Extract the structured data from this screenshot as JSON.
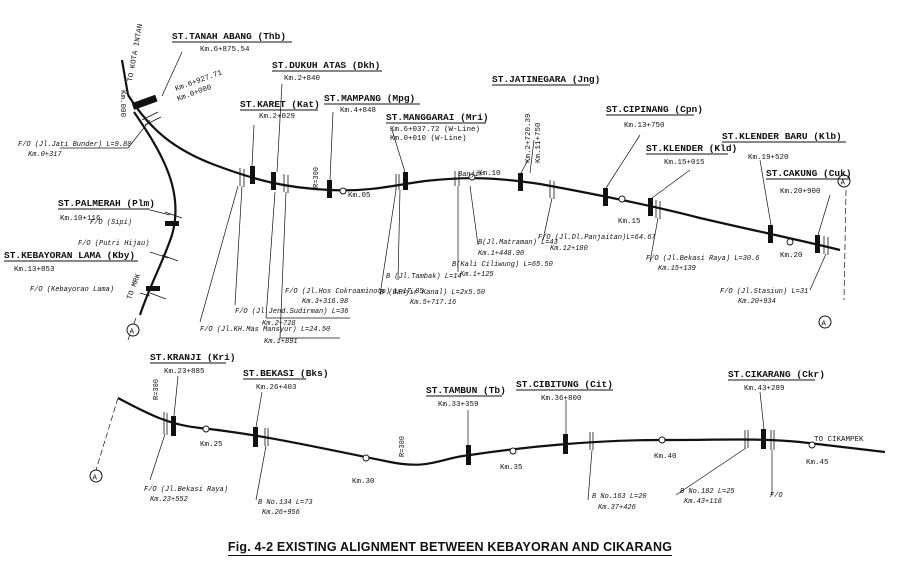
{
  "caption": "Fig. 4-2  EXISTING ALIGNMENT BETWEEN KEBAYORAN AND CIKARANG",
  "match_mark": "A",
  "stations": [
    {
      "id": "thb",
      "name": "ST.TANAH ABANG (Thb)",
      "km": "Km.6+875.54"
    },
    {
      "id": "dkh",
      "name": "ST.DUKUH ATAS (Dkh)",
      "km": "Km.2+840"
    },
    {
      "id": "kat",
      "name": "ST.KARET (Kat)",
      "km": "Km.2+029"
    },
    {
      "id": "mpg",
      "name": "ST.MAMPANG (Mpg)",
      "km": "Km.4+848"
    },
    {
      "id": "mri",
      "name": "ST.MANGGARAI (Mri)",
      "km": "Km.6+037.72 (W-Line)",
      "km2": "Km.0+010 (W-Line)"
    },
    {
      "id": "jng",
      "name": "ST.JATINEGARA (Jng)",
      "km": "Km.2+720.39",
      "km2": "Km.11+750"
    },
    {
      "id": "cpn",
      "name": "ST.CIPINANG (Cpn)",
      "km": "Km.13+750"
    },
    {
      "id": "kld",
      "name": "ST.KLENDER (Kld)",
      "km": "Km.15+015"
    },
    {
      "id": "klb",
      "name": "ST.KLENDER BARU (Klb)",
      "km": "Km.19+520"
    },
    {
      "id": "cuk",
      "name": "ST.CAKUNG (Cuk)",
      "km": "Km.20+900"
    },
    {
      "id": "plm",
      "name": "ST.PALMERAH (Plm)",
      "km": "Km.10+116"
    },
    {
      "id": "kby",
      "name": "ST.KEBAYORAN LAMA (Kby)",
      "km": "Km.13+853"
    },
    {
      "id": "kri",
      "name": "ST.KRANJI (Kri)",
      "km": "Km.23+885"
    },
    {
      "id": "bks",
      "name": "ST.BEKASI (Bks)",
      "km": "Km.26+403"
    },
    {
      "id": "tb",
      "name": "ST.TAMBUN (Tb)",
      "km": "Km.33+359"
    },
    {
      "id": "cit",
      "name": "ST.CIBITUNG (Cit)",
      "km": "Km.36+800"
    },
    {
      "id": "ckr",
      "name": "ST.CIKARANG (Ckr)",
      "km": "Km.43+289"
    }
  ],
  "junction": {
    "km1": "Km.6+927.71",
    "km2": "Km.0+000"
  },
  "directions": {
    "kota": "TO KOTA INTAN",
    "km_direction": "Km.000",
    "merak": "TO MRK",
    "cikampek": "TO CIKAMPEK"
  },
  "km_posts": {
    "k5": "Km.05",
    "k10": "Km.10",
    "k15": "Km.15",
    "k20": "Km.20",
    "k25": "Km.25",
    "k30": "Km.30",
    "k35": "Km.35",
    "k40": "Km.40",
    "k45": "Km.45"
  },
  "radii": {
    "r1": "R=300",
    "r2": "R=300",
    "r3": "R=300"
  },
  "notes": {
    "jati1": "F/O (Jl.Jati Bunder) L=9.80",
    "jati2": "Km.0+317",
    "sipi": "F/O (Sipi)",
    "putri": "F/O (Putri Hijau)",
    "kebayoran": "F/O (Kebayoran Lama)",
    "hos1": "F/O (Jl.Hos Cokroaminoto) L=17.85",
    "hos2": "Km.3+316.98",
    "sud1": "F/O (Jl.Jend.Sudirman) L=36",
    "sud2": "Km.2+728",
    "mas1": "F/O (Jl.KH.Mas Mansyur) L=24.50",
    "mas2": "Km.1+891",
    "tambak": "B (Jl.Tambak) L=14",
    "banjir1": "B (Banjir Kanal) L=2x5.50",
    "banjir2": "Km.5+717.16",
    "banjir_label": "Banjir",
    "cili1": "B(Kali Ciliwung) L=65.50",
    "cili2": "Km.1+125",
    "matr1": "B(Jl.Matraman) L=43",
    "matr2": "Km.1+448.90",
    "panj1": "F/O (Jl.Dl.Panjaitan)L=64.67",
    "panj2": "Km.12+180",
    "bekraya1": "F/O (Jl.Bekasi Raya) L=30.6",
    "bekraya2": "Km.15+139",
    "stasiun1": "F/O (Jl.Stasiun) L=31",
    "stasiun2": "Km.20+934",
    "bek2a": "F/O (Jl.Bekasi Raya)",
    "bek2b": "Km.23+552",
    "b134a": "B No.134 L=73",
    "b134b": "Km.26+956",
    "b163a": "B No.163 L=20",
    "b163b": "Km.37+426",
    "b182a": "B No.182 L=25",
    "b182b": "Km.43+118",
    "fo_end": "F/O"
  }
}
